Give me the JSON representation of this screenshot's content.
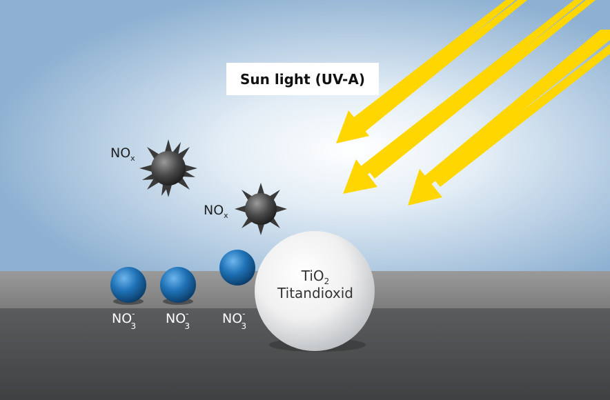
{
  "labels": {
    "sun_light": "Sun light (UV-A)",
    "nox_symbol": "NO",
    "nox_subscript": "x",
    "nitrate_symbol": "NO",
    "nitrate_superscript": "-",
    "nitrate_subscript": "3",
    "tio2_symbol": "TiO",
    "tio2_subscript": "2",
    "tio2_name": "Titandioxid"
  },
  "colors": {
    "sky_top": "#8eb1d2",
    "sky_glow": "#ffffff",
    "surface_top": "#8b8b8b",
    "surface_body": "#4f5152",
    "sun_rays": "#ffd600",
    "nitrate_ball": "#1f73b7",
    "nox_particle": "#4a4a4a",
    "tio2_sphere": "#e9e9e9"
  }
}
